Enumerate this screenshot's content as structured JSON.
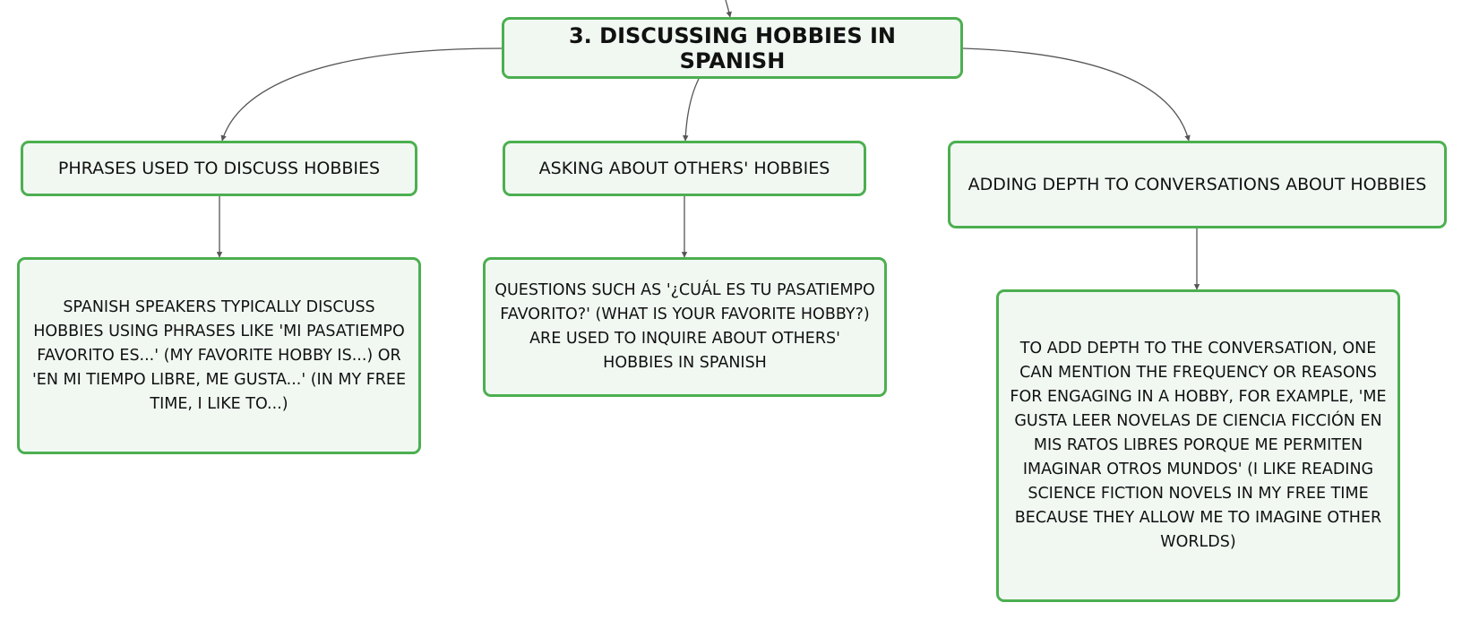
{
  "diagram": {
    "root": {
      "label": "3. DISCUSSING HOBBIES IN SPANISH"
    },
    "branches": [
      {
        "heading": "PHRASES USED TO DISCUSS HOBBIES",
        "detail": "SPANISH SPEAKERS TYPICALLY DISCUSS HOBBIES USING PHRASES LIKE 'MI PASATIEMPO FAVORITO ES...' (MY FAVORITE HOBBY IS...) OR 'EN MI TIEMPO LIBRE, ME GUSTA...' (IN MY FREE TIME, I LIKE TO...)"
      },
      {
        "heading": "ASKING ABOUT OTHERS' HOBBIES",
        "detail": "QUESTIONS SUCH AS '¿CUÁL ES TU PASATIEMPO FAVORITO?' (WHAT IS YOUR FAVORITE HOBBY?) ARE USED TO INQUIRE ABOUT OTHERS' HOBBIES IN SPANISH"
      },
      {
        "heading": "ADDING DEPTH TO CONVERSATIONS ABOUT HOBBIES",
        "detail": "TO ADD DEPTH TO THE CONVERSATION, ONE CAN MENTION THE FREQUENCY OR REASONS FOR ENGAGING IN A HOBBY, FOR EXAMPLE, 'ME GUSTA LEER NOVELAS DE CIENCIA FICCIÓN EN MIS RATOS LIBRES PORQUE ME PERMITEN IMAGINAR OTROS MUNDOS' (I LIKE READING SCIENCE FICTION NOVELS IN MY FREE TIME BECAUSE THEY ALLOW ME TO IMAGINE OTHER WORLDS)"
      }
    ],
    "colors": {
      "node_border": "#4caf50",
      "node_fill": "#f1f8f2",
      "connector": "#555555",
      "text": "#111111"
    }
  }
}
